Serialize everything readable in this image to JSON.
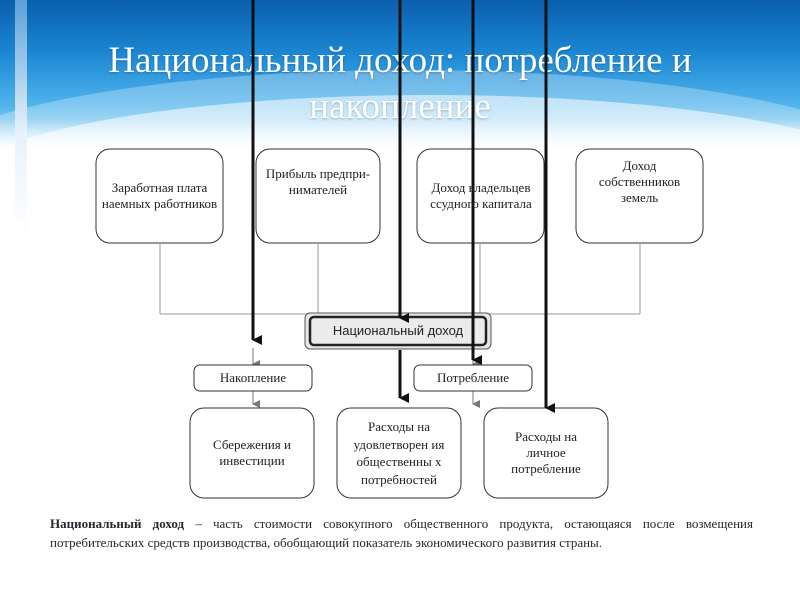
{
  "title": "Национальный доход: потребление и накопление",
  "boxes": {
    "wages": "Заработная плата наемных работников",
    "profit": "Прибыль предпри-нимателей",
    "loan_income": "Доход владельцев ссудного капитала",
    "land_income": "Доход собственников земель",
    "national_income": "Национальный доход",
    "accumulation": "Накопление",
    "consumption": "Потребление",
    "savings": "Сбережения и инвестиции",
    "needs_expenses": "Расходы на удовлетворен ия общественны х потребностей",
    "personal_expenses": "Расходы на личное потребление"
  },
  "definition": {
    "term": "Национальный доход",
    "text": " – часть стоимости совокупного общественного продукта, остающаяся после возмещения потребительских средств производства, обобщающий показатель экономического развития страны."
  },
  "colors": {
    "header_dark": "#0a5fae",
    "header_light": "#4fb3ec",
    "box_border": "#333333",
    "line": "#999999",
    "arrow": "#111111"
  }
}
